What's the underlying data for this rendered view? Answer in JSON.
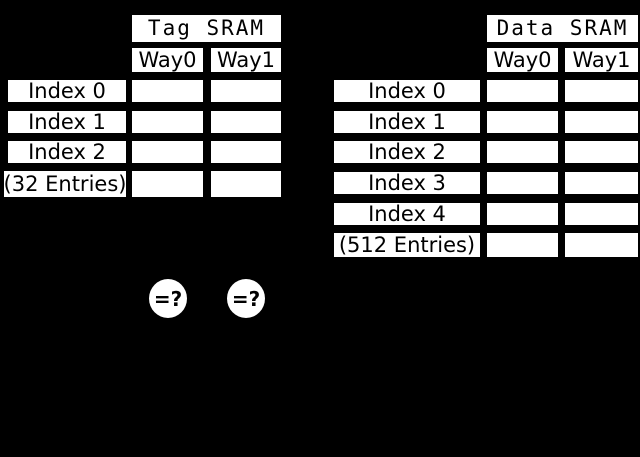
{
  "colors": {
    "background": "#000000",
    "cell_fill": "#ffffff",
    "cell_border": "#000000",
    "text": "#000000"
  },
  "tag_sram": {
    "title": "Tag SRAM",
    "columns": [
      "Way0",
      "Way1"
    ],
    "rows": [
      "Index 0",
      "Index 1",
      "Index 2",
      "(32 Entries)"
    ]
  },
  "data_sram": {
    "title": "Data SRAM",
    "columns": [
      "Way0",
      "Way1"
    ],
    "rows": [
      "Index 0",
      "Index 1",
      "Index 2",
      "Index 3",
      "Index 4",
      "(512 Entries)"
    ]
  },
  "comparators": [
    {
      "label": "=?"
    },
    {
      "label": "=?"
    }
  ]
}
